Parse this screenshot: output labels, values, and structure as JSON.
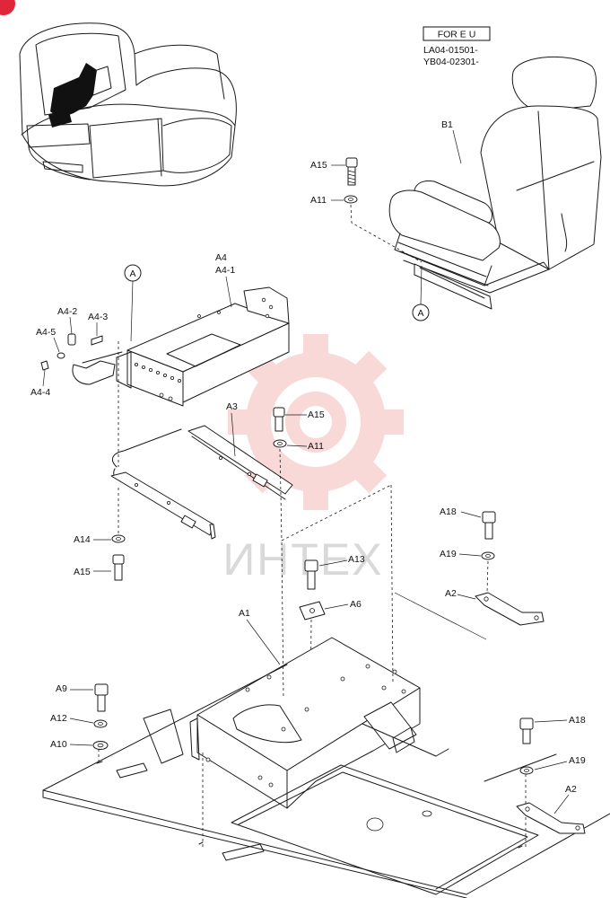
{
  "header_box": "FOR E U",
  "serials": [
    "LA04-01501-",
    "YB04-02301-"
  ],
  "ref_mark": "A",
  "watermark_text": "ИНТЕХ",
  "colors": {
    "line": "#1a1a1a",
    "watermark": "#f2a9a9",
    "badge": "#e0263a"
  },
  "labels": {
    "B1": "B1",
    "A15_top": "A15",
    "A11_top": "A11",
    "A4": "A4",
    "A4_1": "A4-1",
    "A4_2": "A4-2",
    "A4_3": "A4-3",
    "A4_5": "A4-5",
    "A4_4": "A4-4",
    "A3": "A3",
    "A15_mid": "A15",
    "A11_mid": "A11",
    "A14": "A14",
    "A15_low": "A15",
    "A13": "A13",
    "A6": "A6",
    "A18_top": "A18",
    "A19_top": "A19",
    "A2_top": "A2",
    "A1": "A1",
    "A9": "A9",
    "A12": "A12",
    "A10": "A10",
    "A18_low": "A18",
    "A19_low": "A19",
    "A2_low": "A2"
  }
}
